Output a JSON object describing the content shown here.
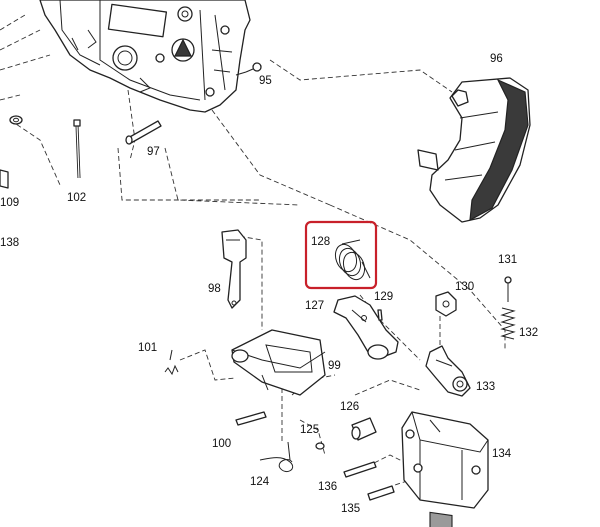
{
  "diagram": {
    "highlight_color": "#c8202a",
    "labels": {
      "p95": "95",
      "p96": "96",
      "p97": "97",
      "p98": "98",
      "p99": "99",
      "p100": "100",
      "p101": "101",
      "p102": "102",
      "p109": "109",
      "p124": "124",
      "p125": "125",
      "p126": "126",
      "p127": "127",
      "p128": "128",
      "p129": "129",
      "p130": "130",
      "p131": "131",
      "p132": "132",
      "p133": "133",
      "p134": "134",
      "p135": "135",
      "p136": "136",
      "p138": "138"
    }
  }
}
